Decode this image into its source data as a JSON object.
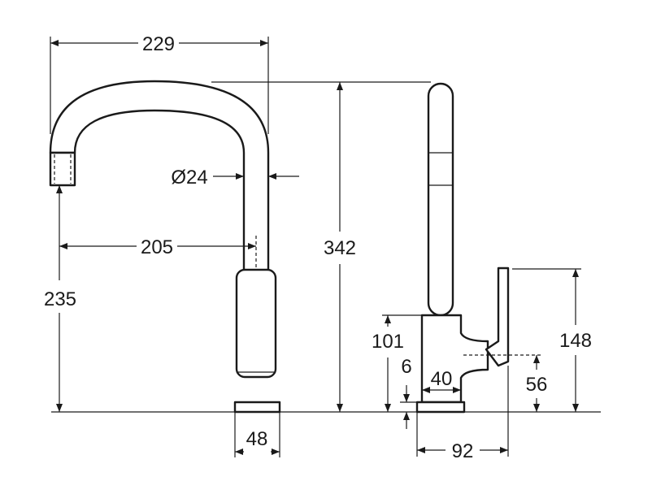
{
  "dimensions": {
    "spout_reach_total": "229",
    "spout_diameter": "Ø24",
    "spout_reach": "205",
    "spout_outlet_height": "235",
    "overall_height": "342",
    "base_diameter": "48",
    "side_body_height": "101",
    "base_thickness": "6",
    "body_depth": "40",
    "lever_height": "148",
    "lever_axis_height": "56",
    "total_depth": "92"
  }
}
